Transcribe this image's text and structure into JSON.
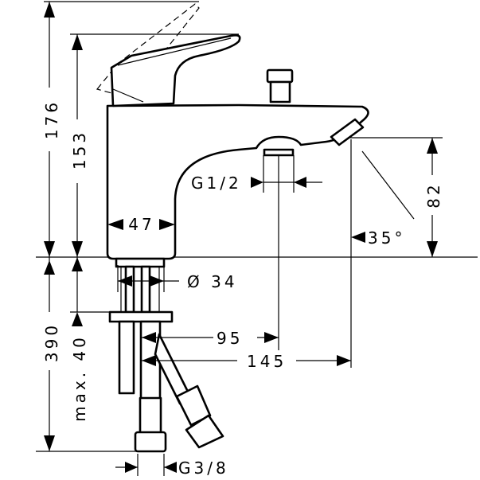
{
  "title": "Single lever bath mixer dimension drawing",
  "dimensions": {
    "total_height": "176",
    "handle_height": "153",
    "body_width": "47",
    "outlet_thread": "G1/2",
    "spout_height": "82",
    "angle": "35°",
    "shank_diameter": "Ø 34",
    "hose_length": "390",
    "max_deck_thickness": "max. 40",
    "outlet_projection": "95",
    "spout_projection": "145",
    "connection_thread": "G3/8"
  },
  "colors": {
    "line": "#000000",
    "background": "#ffffff"
  }
}
